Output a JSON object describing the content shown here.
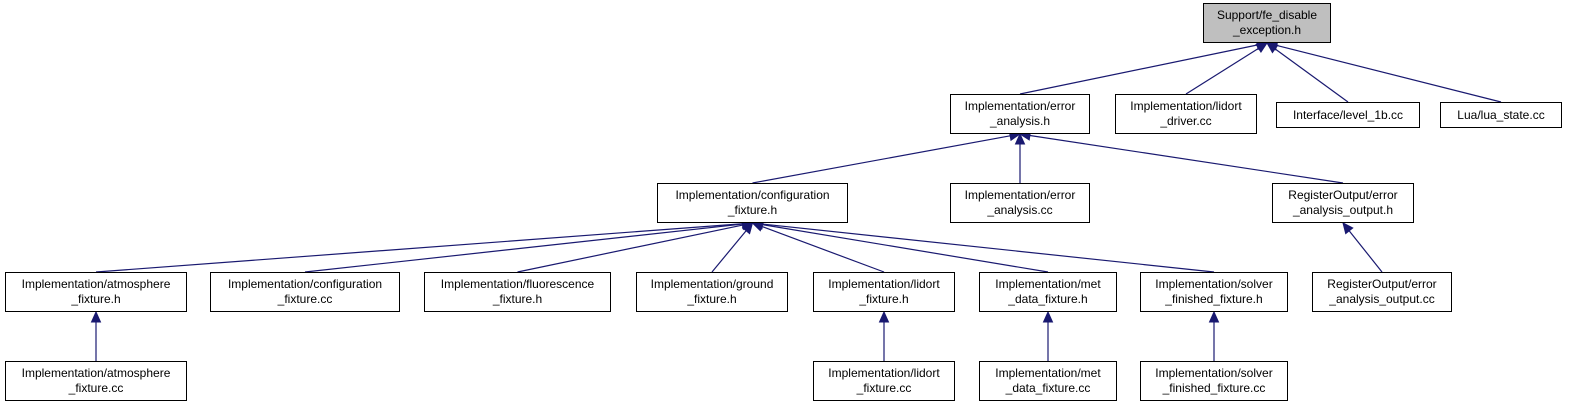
{
  "graph": {
    "colors": {
      "root_fill": "#bfbfbf",
      "node_fill": "#ffffff",
      "edge": "#191970"
    },
    "nodes": {
      "support_fe_disable_exception_h": {
        "line1": "Support/fe_disable",
        "line2": "_exception.h"
      },
      "implementation_error_analysis_h": {
        "line1": "Implementation/error",
        "line2": "_analysis.h"
      },
      "implementation_lidort_driver_cc": {
        "line1": "Implementation/lidort",
        "line2": "_driver.cc"
      },
      "interface_level_1b_cc": {
        "line1": "Interface/level_1b.cc"
      },
      "lua_lua_state_cc": {
        "line1": "Lua/lua_state.cc"
      },
      "implementation_configuration_fixture_h": {
        "line1": "Implementation/configuration",
        "line2": "_fixture.h"
      },
      "implementation_error_analysis_cc": {
        "line1": "Implementation/error",
        "line2": "_analysis.cc"
      },
      "registeroutput_error_analysis_output_h": {
        "line1": "RegisterOutput/error",
        "line2": "_analysis_output.h"
      },
      "implementation_atmosphere_fixture_h": {
        "line1": "Implementation/atmosphere",
        "line2": "_fixture.h"
      },
      "implementation_configuration_fixture_cc": {
        "line1": "Implementation/configuration",
        "line2": "_fixture.cc"
      },
      "implementation_fluorescence_fixture_h": {
        "line1": "Implementation/fluorescence",
        "line2": "_fixture.h"
      },
      "implementation_ground_fixture_h": {
        "line1": "Implementation/ground",
        "line2": "_fixture.h"
      },
      "implementation_lidort_fixture_h": {
        "line1": "Implementation/lidort",
        "line2": "_fixture.h"
      },
      "implementation_met_data_fixture_h": {
        "line1": "Implementation/met",
        "line2": "_data_fixture.h"
      },
      "implementation_solver_finished_fixture_h": {
        "line1": "Implementation/solver",
        "line2": "_finished_fixture.h"
      },
      "registeroutput_error_analysis_output_cc": {
        "line1": "RegisterOutput/error",
        "line2": "_analysis_output.cc"
      },
      "implementation_atmosphere_fixture_cc": {
        "line1": "Implementation/atmosphere",
        "line2": "_fixture.cc"
      },
      "implementation_lidort_fixture_cc": {
        "line1": "Implementation/lidort",
        "line2": "_fixture.cc"
      },
      "implementation_met_data_fixture_cc": {
        "line1": "Implementation/met",
        "line2": "_data_fixture.cc"
      },
      "implementation_solver_finished_fixture_cc": {
        "line1": "Implementation/solver",
        "line2": "_finished_fixture.cc"
      }
    },
    "edges": [
      {
        "from": "implementation_error_analysis_h",
        "to": "support_fe_disable_exception_h"
      },
      {
        "from": "implementation_lidort_driver_cc",
        "to": "support_fe_disable_exception_h"
      },
      {
        "from": "interface_level_1b_cc",
        "to": "support_fe_disable_exception_h"
      },
      {
        "from": "lua_lua_state_cc",
        "to": "support_fe_disable_exception_h"
      },
      {
        "from": "implementation_configuration_fixture_h",
        "to": "implementation_error_analysis_h"
      },
      {
        "from": "implementation_error_analysis_cc",
        "to": "implementation_error_analysis_h"
      },
      {
        "from": "registeroutput_error_analysis_output_h",
        "to": "implementation_error_analysis_h"
      },
      {
        "from": "implementation_atmosphere_fixture_h",
        "to": "implementation_configuration_fixture_h"
      },
      {
        "from": "implementation_configuration_fixture_cc",
        "to": "implementation_configuration_fixture_h"
      },
      {
        "from": "implementation_fluorescence_fixture_h",
        "to": "implementation_configuration_fixture_h"
      },
      {
        "from": "implementation_ground_fixture_h",
        "to": "implementation_configuration_fixture_h"
      },
      {
        "from": "implementation_lidort_fixture_h",
        "to": "implementation_configuration_fixture_h"
      },
      {
        "from": "implementation_met_data_fixture_h",
        "to": "implementation_configuration_fixture_h"
      },
      {
        "from": "implementation_solver_finished_fixture_h",
        "to": "implementation_configuration_fixture_h"
      },
      {
        "from": "registeroutput_error_analysis_output_cc",
        "to": "registeroutput_error_analysis_output_h"
      },
      {
        "from": "implementation_atmosphere_fixture_cc",
        "to": "implementation_atmosphere_fixture_h"
      },
      {
        "from": "implementation_lidort_fixture_cc",
        "to": "implementation_lidort_fixture_h"
      },
      {
        "from": "implementation_met_data_fixture_cc",
        "to": "implementation_met_data_fixture_h"
      },
      {
        "from": "implementation_solver_finished_fixture_cc",
        "to": "implementation_solver_finished_fixture_h"
      }
    ]
  }
}
